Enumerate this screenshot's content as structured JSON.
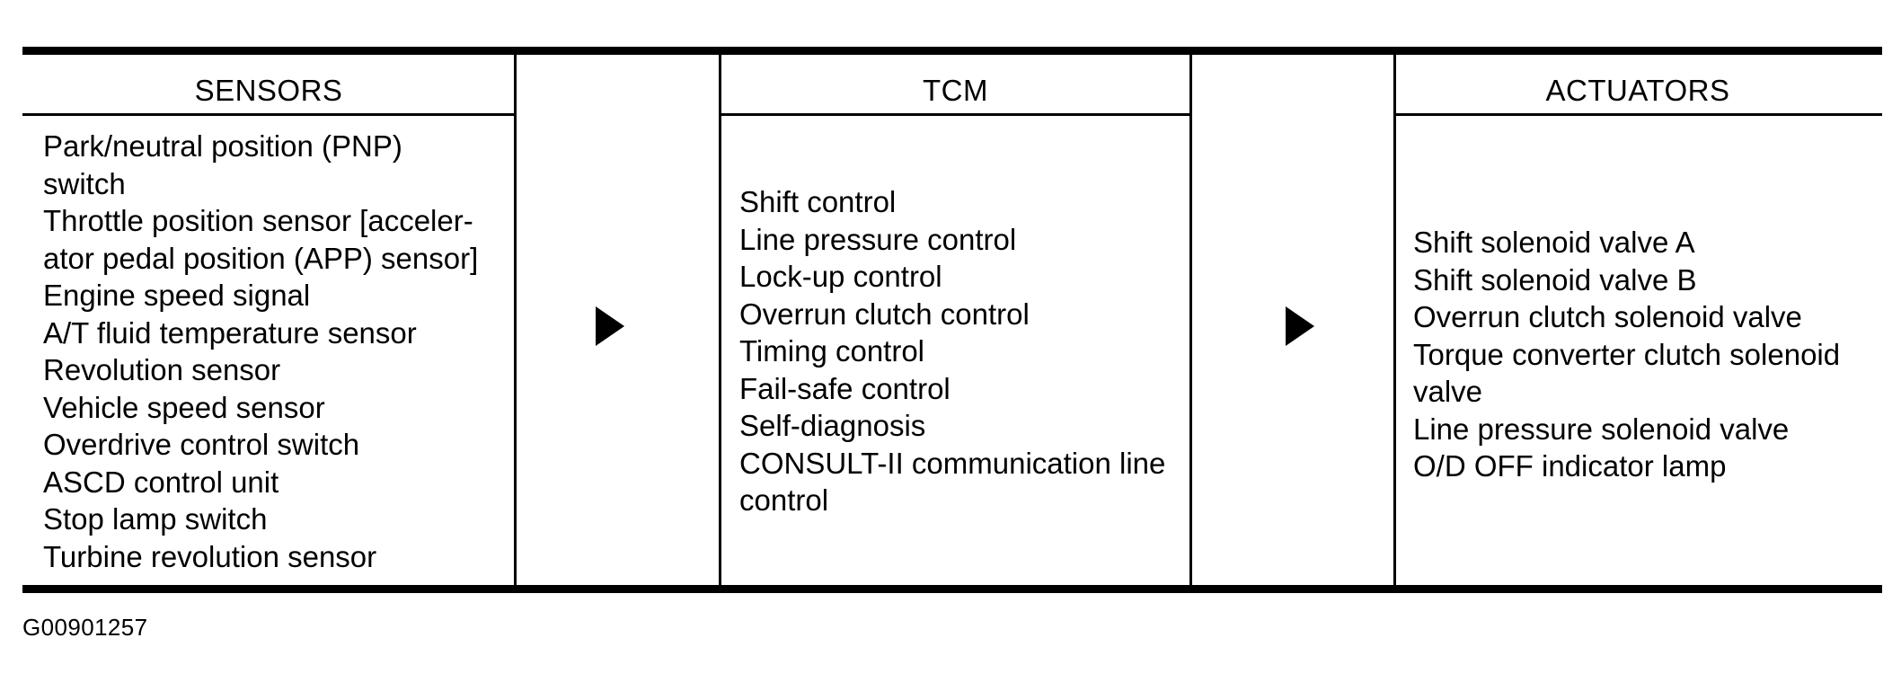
{
  "diagram": {
    "caption": "G00901257",
    "columns": [
      {
        "id": "sensors",
        "header": "SENSORS",
        "items": [
          "Park/neutral position (PNP)\nswitch",
          "Throttle position sensor [acceler-\nator pedal position (APP) sensor]",
          "Engine speed signal",
          "A/T fluid temperature sensor",
          "Revolution sensor",
          "Vehicle speed sensor",
          "Overdrive control switch",
          "ASCD control unit",
          "Stop lamp switch",
          "Turbine revolution sensor"
        ]
      },
      {
        "id": "tcm",
        "header": "TCM",
        "items": [
          "Shift control",
          "Line pressure control",
          "Lock-up control",
          "Overrun clutch control",
          "Timing control",
          "Fail-safe control",
          "Self-diagnosis",
          "CONSULT-II communication line\ncontrol"
        ]
      },
      {
        "id": "actuators",
        "header": "ACTUATORS",
        "items": [
          "Shift solenoid valve A",
          "Shift solenoid valve B",
          "Overrun clutch solenoid valve",
          "Torque converter clutch solenoid\nvalve",
          "Line pressure solenoid valve",
          "O/D OFF indicator lamp"
        ]
      }
    ],
    "arrows": [
      {
        "id": "sensors-to-tcm",
        "glyph": "right-triangle"
      },
      {
        "id": "tcm-to-actuators",
        "glyph": "right-triangle"
      }
    ],
    "colors": {
      "ink": "#000000",
      "paper": "#ffffff"
    }
  }
}
